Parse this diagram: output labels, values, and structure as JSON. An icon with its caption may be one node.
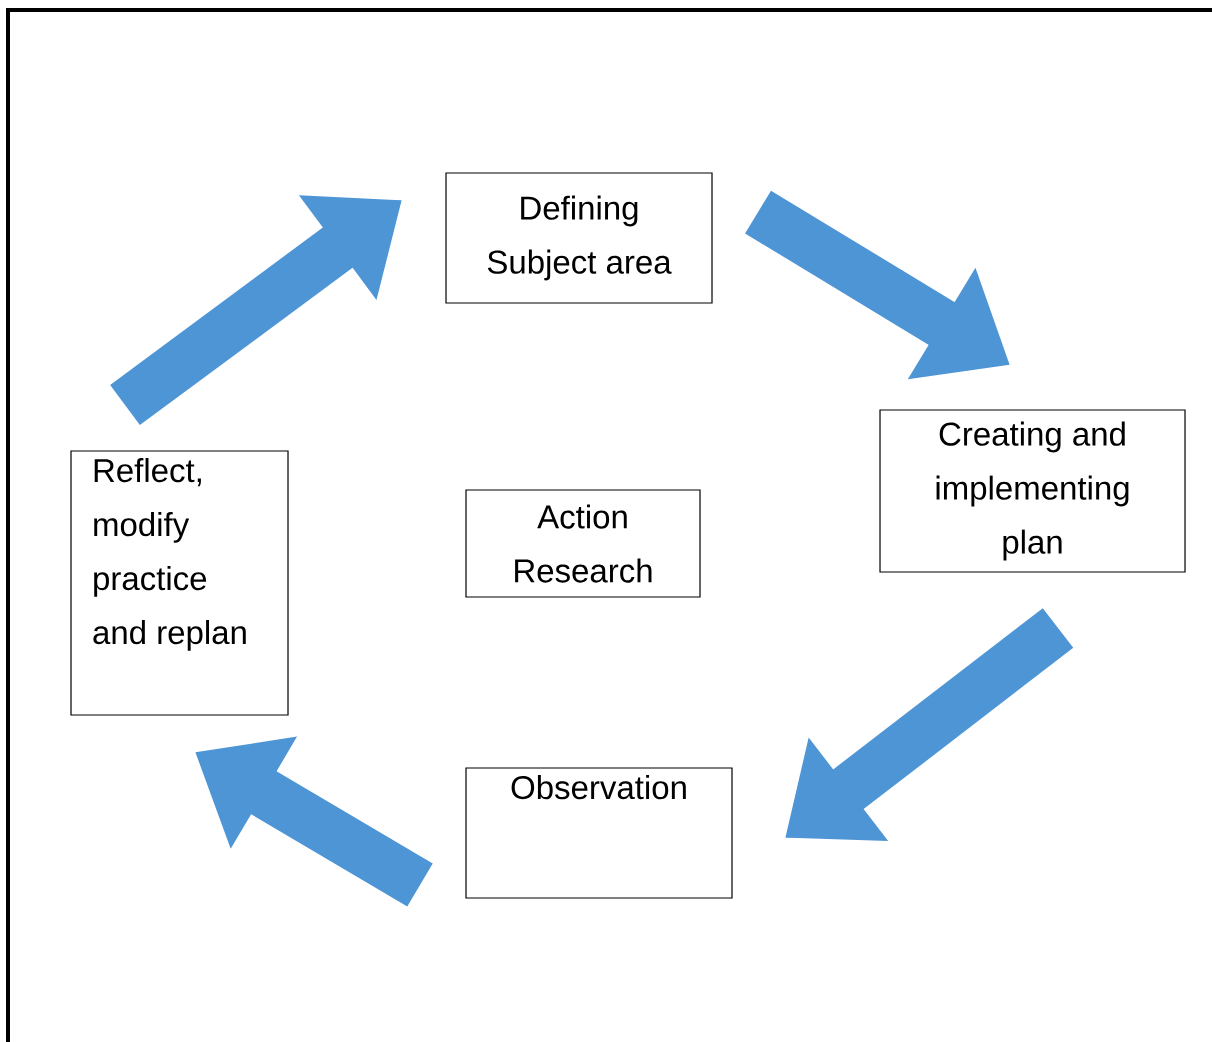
{
  "diagram": {
    "nodes": [
      {
        "text": [
          "Defining Subject area"
        ]
      },
      {
        "text": [
          "Creating and implementing plan"
        ]
      },
      {
        "text": [
          "Observation"
        ]
      },
      {
        "text": [
          "Reflect, modify practice and replan"
        ]
      },
      {
        "text": [
          "Action Research"
        ]
      }
    ],
    "edges": [
      {
        "from": 3,
        "to": 0,
        "arrow": "to"
      },
      {
        "from": 0,
        "to": 1,
        "arrow": "to"
      },
      {
        "from": 1,
        "to": 2,
        "arrow": "to"
      },
      {
        "from": 2,
        "to": 3,
        "arrow": "to"
      }
    ]
  }
}
